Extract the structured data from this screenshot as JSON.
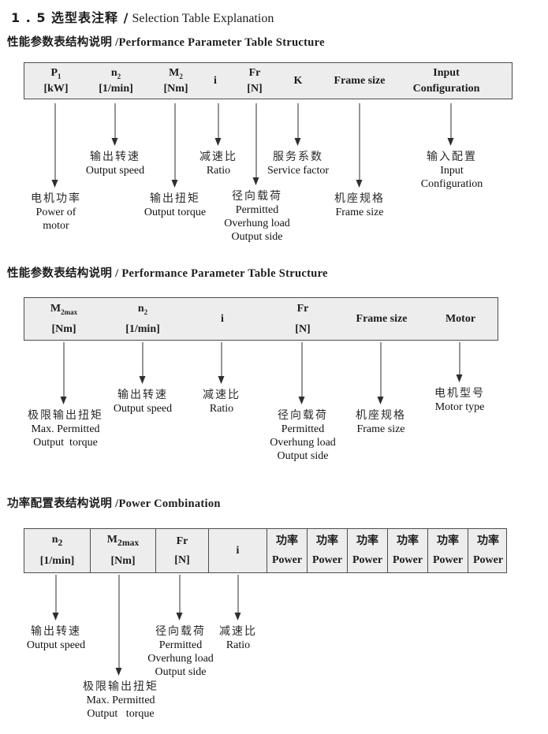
{
  "page": {
    "title_zh": "1 . 5 选型表注释 /",
    "title_en": "Selection Table Explanation"
  },
  "colors": {
    "table_bg": "#ededed",
    "table_border": "#4d4d4d",
    "text": "#1c1c1c",
    "arrow": "#2e2e2e"
  },
  "sections": [
    {
      "heading": "性能参数表结构说明 /Performance Parameter Table Structure",
      "table": {
        "cells": [
          {
            "top": "P",
            "sub": "1",
            "bottom": "[kW]"
          },
          {
            "top": "n",
            "sub": "2",
            "bottom": "[1/min]"
          },
          {
            "top": "M",
            "sub": "2",
            "bottom": "[Nm]"
          },
          {
            "top": "i"
          },
          {
            "top": "Fr",
            "bottom": "[N]"
          },
          {
            "top": "K"
          },
          {
            "top": "Frame size"
          },
          {
            "top": "Input",
            "bottom": "Configuration"
          }
        ]
      },
      "callouts": [
        {
          "lines": [
            "电机功率",
            "Power of",
            "motor"
          ]
        },
        {
          "lines": [
            "输出转速",
            "Output speed"
          ]
        },
        {
          "lines": [
            "输出扭矩",
            "Output torque"
          ]
        },
        {
          "lines": [
            "减速比",
            "Ratio"
          ]
        },
        {
          "lines": [
            "径向载荷",
            "Permitted",
            "Overhung load",
            "Output side"
          ]
        },
        {
          "lines": [
            "服务系数",
            "Service factor"
          ]
        },
        {
          "lines": [
            "机座规格",
            "Frame size"
          ]
        },
        {
          "lines": [
            "输入配置",
            "Input",
            "Configuration"
          ]
        }
      ]
    },
    {
      "heading": "性能参数表结构说明 / Performance Parameter Table Structure",
      "table": {
        "cells": [
          {
            "top": "M",
            "sub": "2max",
            "bottom": "[Nm]"
          },
          {
            "top": "n",
            "sub": "2",
            "bottom": "[1/min]"
          },
          {
            "top": "i"
          },
          {
            "top": "Fr",
            "bottom": "[N]"
          },
          {
            "top": "Frame size"
          },
          {
            "top": "Motor"
          }
        ]
      },
      "callouts": [
        {
          "lines": [
            "极限输出扭矩",
            "Max. Permitted",
            "Output  torque"
          ]
        },
        {
          "lines": [
            "输出转速",
            "Output speed"
          ]
        },
        {
          "lines": [
            "减速比",
            "Ratio"
          ]
        },
        {
          "lines": [
            "径向载荷",
            "Permitted",
            "Overhung load",
            "Output side"
          ]
        },
        {
          "lines": [
            "机座规格",
            "Frame size"
          ]
        },
        {
          "lines": [
            "电机型号",
            "Motor type"
          ]
        }
      ]
    },
    {
      "heading": "功率配置表结构说明 /Power Combination",
      "table": {
        "cells": [
          {
            "top": "n",
            "sub": "2",
            "bottom": "[1/min]"
          },
          {
            "top": "M",
            "sub": "2max",
            "bottom": "[Nm]"
          },
          {
            "top": "Fr",
            "bottom": "[N]"
          },
          {
            "top": "i"
          },
          {
            "top": "功率",
            "bottom": "Power"
          },
          {
            "top": "功率",
            "bottom": "Power"
          },
          {
            "top": "功率",
            "bottom": "Power"
          },
          {
            "top": "功率",
            "bottom": "Power"
          },
          {
            "top": "功率",
            "bottom": "Power"
          },
          {
            "top": "功率",
            "bottom": "Power"
          }
        ]
      },
      "callouts": [
        {
          "lines": [
            "输出转速",
            "Output speed"
          ]
        },
        {
          "lines": [
            "极限输出扭矩",
            "Max. Permitted",
            "Output   torque"
          ]
        },
        {
          "lines": [
            "径向载荷",
            "Permitted",
            "Overhung load",
            "Output side"
          ]
        },
        {
          "lines": [
            "减速比",
            "Ratio"
          ]
        }
      ]
    }
  ]
}
